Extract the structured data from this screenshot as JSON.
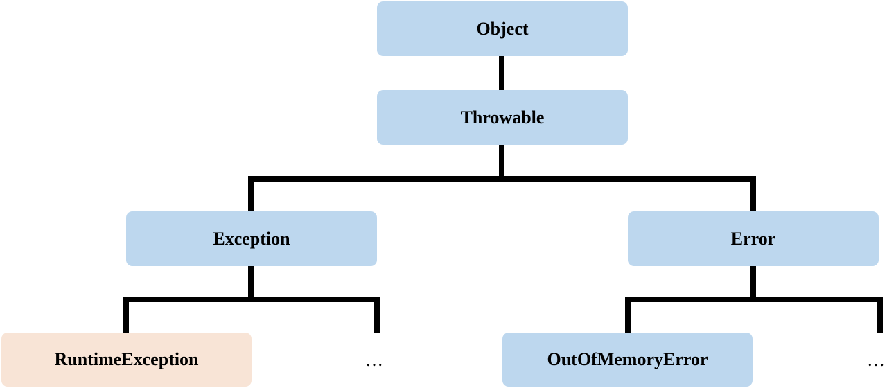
{
  "nodes": {
    "object": "Object",
    "throwable": "Throwable",
    "exception": "Exception",
    "error": "Error",
    "runtime_exception": "RuntimeException",
    "exception_more": "…",
    "out_of_memory_error": "OutOfMemoryError",
    "error_more": "…"
  },
  "colors": {
    "class_box": "#bdd7ee",
    "highlight_box": "#f8e4d6",
    "connector": "#000000"
  }
}
